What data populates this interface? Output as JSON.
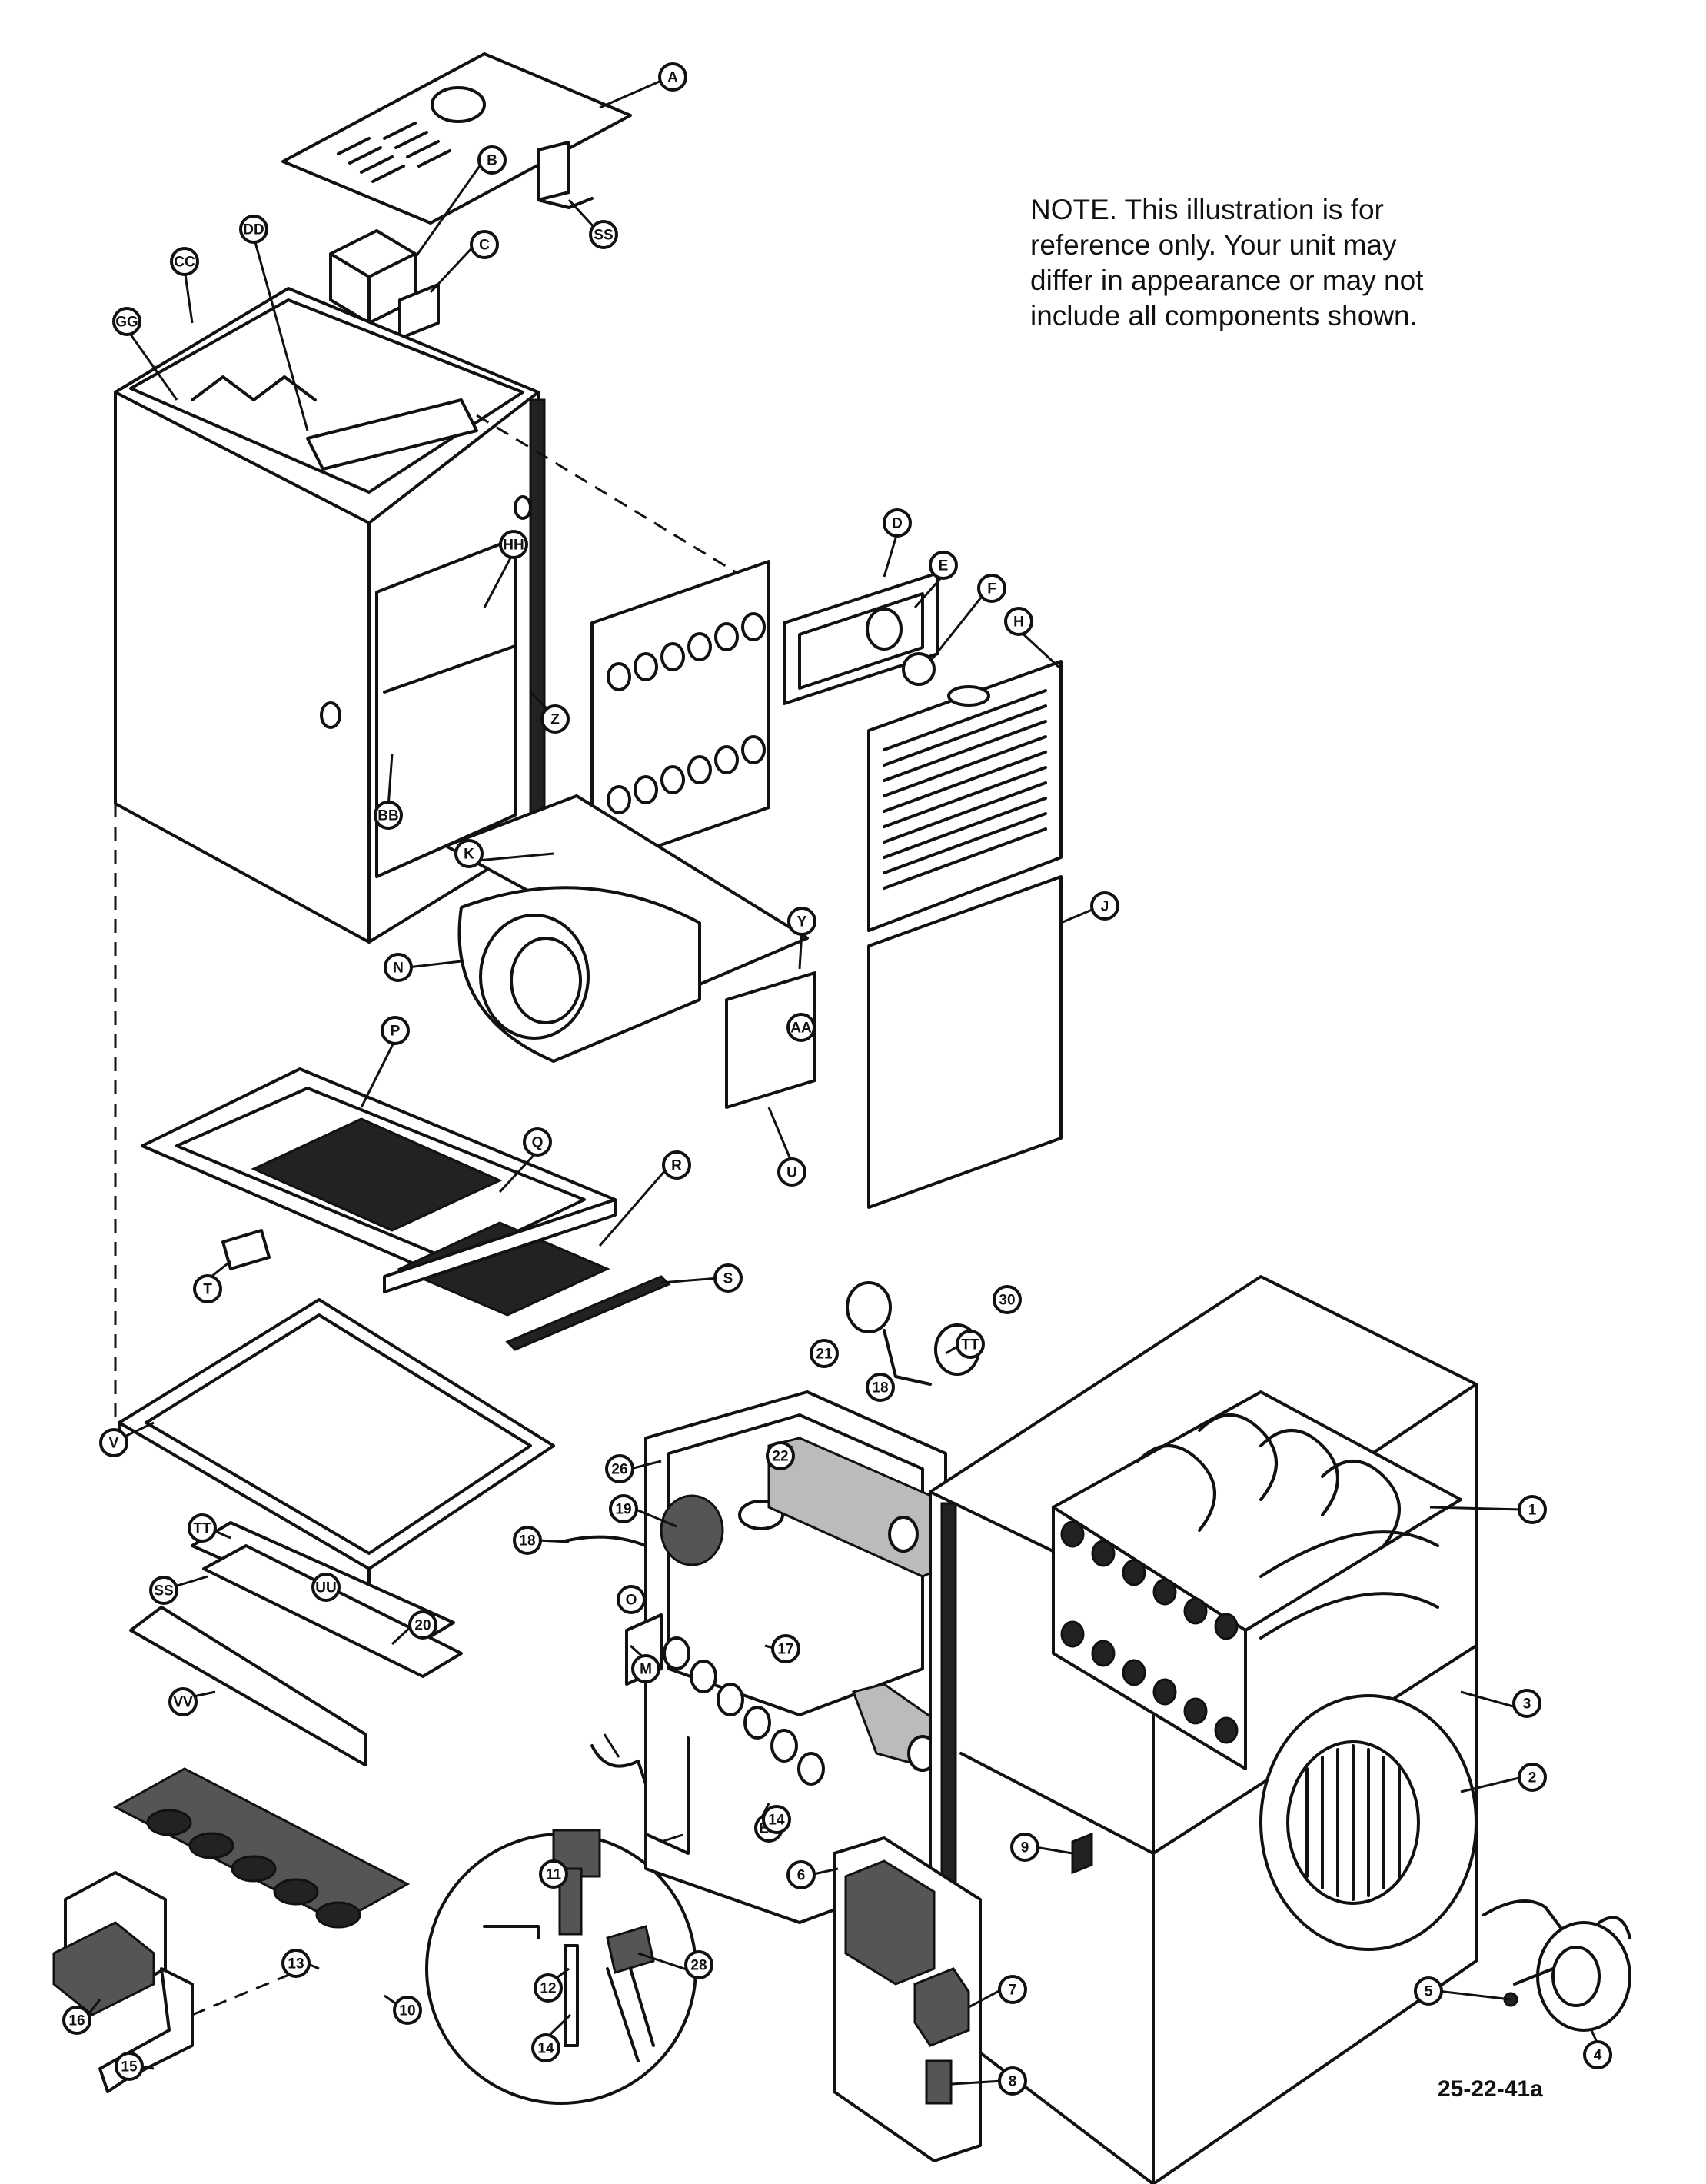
{
  "note": {
    "lines": [
      "NOTE.      This illustration is for",
      "reference only.   Your unit may",
      "differ in appearance or may not",
      "include all components shown."
    ]
  },
  "figure_id": "25-22-41a",
  "callouts": [
    {
      "label": "A"
    },
    {
      "label": "B"
    },
    {
      "label": "C"
    },
    {
      "label": "SS"
    },
    {
      "label": "CC"
    },
    {
      "label": "DD"
    },
    {
      "label": "GG"
    },
    {
      "label": "HH"
    },
    {
      "label": "Z"
    },
    {
      "label": "BB"
    },
    {
      "label": "D"
    },
    {
      "label": "E"
    },
    {
      "label": "F"
    },
    {
      "label": "H"
    },
    {
      "label": "K"
    },
    {
      "label": "Y"
    },
    {
      "label": "J"
    },
    {
      "label": "N"
    },
    {
      "label": "AA"
    },
    {
      "label": "U"
    },
    {
      "label": "P"
    },
    {
      "label": "Q"
    },
    {
      "label": "R"
    },
    {
      "label": "S"
    },
    {
      "label": "T"
    },
    {
      "label": "V"
    },
    {
      "label": "21"
    },
    {
      "label": "30"
    },
    {
      "label": "18"
    },
    {
      "label": "TT"
    },
    {
      "label": "1"
    },
    {
      "label": "3"
    },
    {
      "label": "2"
    },
    {
      "label": "26"
    },
    {
      "label": "22"
    },
    {
      "label": "19"
    },
    {
      "label": "18"
    },
    {
      "label": "O"
    },
    {
      "label": "17"
    },
    {
      "label": "M"
    },
    {
      "label": "EE"
    },
    {
      "label": "14"
    },
    {
      "label": "TT"
    },
    {
      "label": "UU"
    },
    {
      "label": "SS"
    },
    {
      "label": "20"
    },
    {
      "label": "VV"
    },
    {
      "label": "9"
    },
    {
      "label": "11"
    },
    {
      "label": "12"
    },
    {
      "label": "14"
    },
    {
      "label": "28"
    },
    {
      "label": "13"
    },
    {
      "label": "16"
    },
    {
      "label": "10"
    },
    {
      "label": "15"
    },
    {
      "label": "6"
    },
    {
      "label": "7"
    },
    {
      "label": "8"
    },
    {
      "label": "5"
    },
    {
      "label": "4"
    }
  ]
}
